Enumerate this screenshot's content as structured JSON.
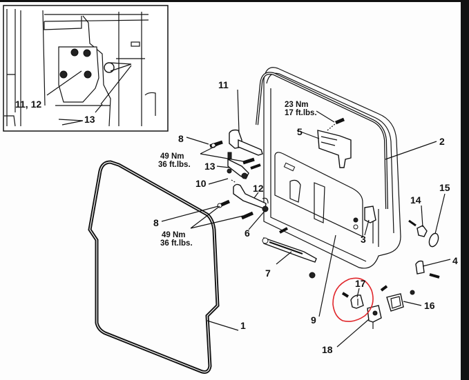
{
  "diagram": {
    "title": "Rear door seal, hinges and latch components - exploded view",
    "inset": {
      "labels": [
        {
          "id": "inset-11-12",
          "text": "11, 12"
        },
        {
          "id": "inset-13",
          "text": "13"
        }
      ]
    },
    "callouts": [
      {
        "id": "1",
        "text": "1"
      },
      {
        "id": "2",
        "text": "2"
      },
      {
        "id": "3",
        "text": "3"
      },
      {
        "id": "4",
        "text": "4"
      },
      {
        "id": "5",
        "text": "5"
      },
      {
        "id": "6",
        "text": "6"
      },
      {
        "id": "7",
        "text": "7"
      },
      {
        "id": "8a",
        "text": "8"
      },
      {
        "id": "8b",
        "text": "8"
      },
      {
        "id": "9",
        "text": "9"
      },
      {
        "id": "10",
        "text": "10"
      },
      {
        "id": "11",
        "text": "11"
      },
      {
        "id": "12",
        "text": "12"
      },
      {
        "id": "13",
        "text": "13"
      },
      {
        "id": "14",
        "text": "14"
      },
      {
        "id": "15",
        "text": "15"
      },
      {
        "id": "16",
        "text": "16"
      },
      {
        "id": "17",
        "text": "17"
      },
      {
        "id": "18",
        "text": "18"
      }
    ],
    "torque_specs": [
      {
        "id": "upper-hinge-torque",
        "nm": "49 Nm",
        "ftlbs": "36 ft.lbs."
      },
      {
        "id": "lower-hinge-torque",
        "nm": "49 Nm",
        "ftlbs": "36 ft.lbs."
      },
      {
        "id": "check-strap-torque",
        "nm": "23 Nm",
        "ftlbs": "17 ft.lbs."
      }
    ],
    "highlight": {
      "part": "17",
      "color": "#e0262b"
    }
  }
}
